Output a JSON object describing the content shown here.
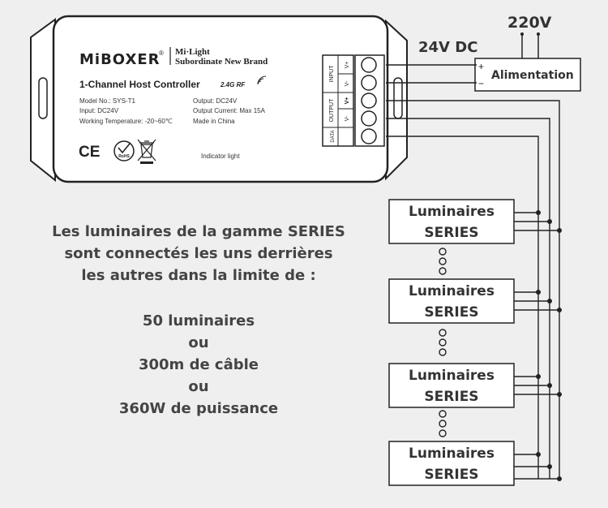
{
  "controller": {
    "brand": "MiBOXER",
    "registered_mark": "®",
    "mi_light": "Mi·Light",
    "sub_brand": "Subordinate New Brand",
    "product_name": "1-Channel Host Controller",
    "rf_badge": "2.4G RF",
    "model_no": "Model No.: SYS-T1",
    "input_spec": "Input: DC24V",
    "working_temp": "Working Temperature: -20~60℃",
    "output_spec": "Output: DC24V",
    "output_current": "Output Current: Max 15A",
    "made_in": "Made in China",
    "ce_mark": "CE",
    "rohs_mark": "RoHS",
    "indicator_label": "Indicator light",
    "terminal_group_input": "INPUT",
    "terminal_group_output": "OUTPUT",
    "terminal_labels": [
      "V+",
      "V-",
      "V+",
      "V-",
      "DATA"
    ]
  },
  "power": {
    "mains_label": "220V",
    "dc_label": "24V DC",
    "supply_label": "Alimentation",
    "plus_sign": "+",
    "minus_sign": "−"
  },
  "luminaires": [
    {
      "line1": "Luminaires",
      "line2": "SERIES"
    },
    {
      "line1": "Luminaires",
      "line2": "SERIES"
    },
    {
      "line1": "Luminaires",
      "line2": "SERIES"
    },
    {
      "line1": "Luminaires",
      "line2": "SERIES"
    }
  ],
  "description": {
    "intro_lines": [
      "Les luminaires de la gamme SERIES",
      "sont connectés les uns derrières",
      "les autres dans la limite de :"
    ],
    "limit_lines": [
      "50 luminaires",
      "ou",
      "300m de câble",
      "ou",
      "360W de puissance"
    ]
  },
  "colors": {
    "background": "#efefef",
    "line": "#222222",
    "box_fill": "#ffffff",
    "text": "#333333"
  }
}
